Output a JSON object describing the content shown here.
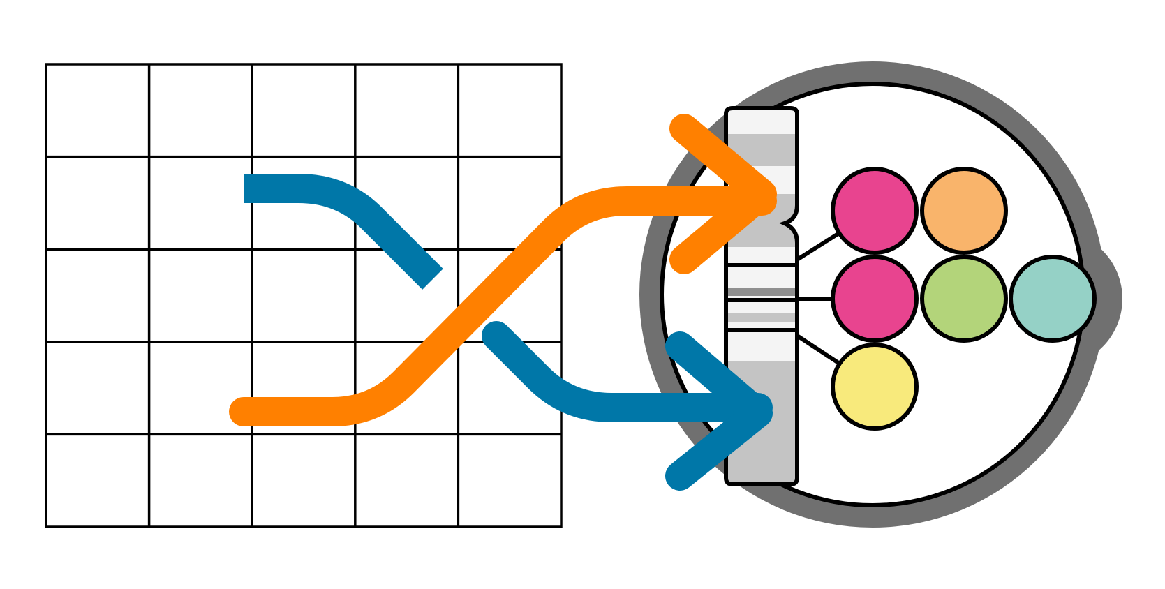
{
  "colors": {
    "background": "#ffffff",
    "grid_line": "#000000",
    "arrow_blue": "#0077a8",
    "arrow_orange": "#ff8000",
    "cell_halo": "#707070",
    "cell_body": "#ffffff",
    "cell_outline": "#000000",
    "chromosome_light": "#f4f4f4",
    "chromosome_band_gray": "#c4c4c4",
    "chromosome_dark_band": "#8f8f8f"
  },
  "grid": {
    "rows": 5,
    "columns": 5
  },
  "arrows": [
    {
      "name": "blue-arrow",
      "color": "#0077a8"
    },
    {
      "name": "orange-arrow",
      "color": "#ff8000"
    }
  ],
  "cell": {
    "icon": "cell-with-chromosome-icon",
    "nodes": [
      {
        "name": "magenta-node-top",
        "color": "#e8448f"
      },
      {
        "name": "orange-node",
        "color": "#f9b46b"
      },
      {
        "name": "magenta-node-middle",
        "color": "#e8448f"
      },
      {
        "name": "green-node",
        "color": "#b3d47a"
      },
      {
        "name": "teal-node",
        "color": "#95d1c6"
      },
      {
        "name": "yellow-node",
        "color": "#f8ea7c"
      }
    ]
  }
}
